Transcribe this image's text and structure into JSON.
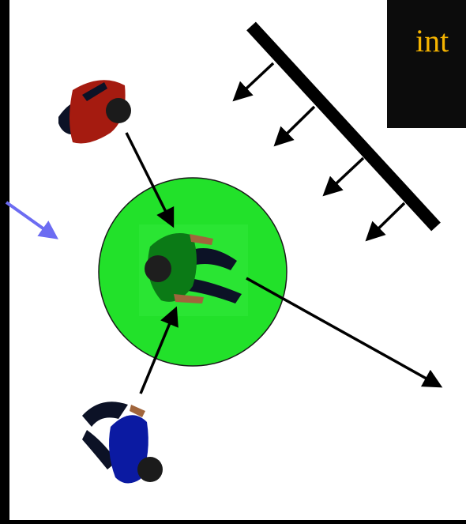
{
  "caption": {
    "text": "int"
  },
  "colors": {
    "background": "#000000",
    "panel": "#ffffff",
    "caption_text": "#f5b400",
    "focus_zone": "#22e12a",
    "focus_zone_inner": "#30e83a",
    "pointer_arrow": "#6c6cf2",
    "arrow": "#000000",
    "agent_red": "#a51b10",
    "agent_green": "#0b7a16",
    "agent_blue": "#0b1aa2",
    "agent_dark": "#0c1226",
    "skin": "#a0653c"
  },
  "agents": [
    {
      "name": "agent-red",
      "shirt": "red"
    },
    {
      "name": "agent-green",
      "shirt": "green"
    },
    {
      "name": "agent-blue",
      "shirt": "blue"
    }
  ],
  "barrier": {
    "arrow_count": 4
  }
}
